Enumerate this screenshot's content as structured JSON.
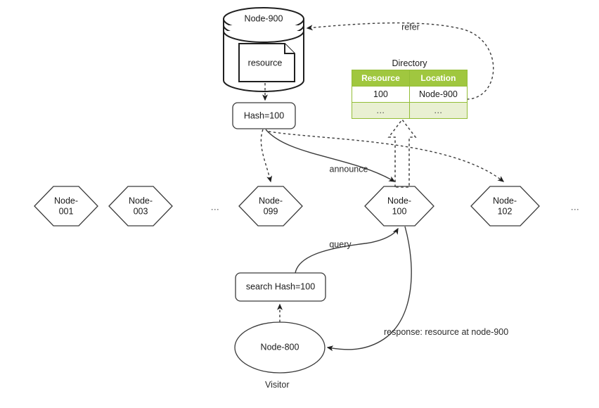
{
  "diagram": {
    "title": "Distributed Hash Table resource lookup diagram",
    "colors": {
      "table_header_bg": "#A0C73F",
      "table_border": "#93BD36",
      "table_alt_row_bg": "#E9F0D2",
      "stroke": "#3b3b3b",
      "text": "#1a1a1a"
    },
    "storage": {
      "label": "Node-900",
      "inner_document_label": "resource"
    },
    "hash_box": {
      "label": "Hash=100"
    },
    "directory": {
      "caption": "Directory",
      "columns": [
        "Resource",
        "Location"
      ],
      "rows": [
        [
          "100",
          "Node-900"
        ],
        [
          "...",
          "..."
        ]
      ]
    },
    "ring_nodes": [
      {
        "line1": "Node-",
        "line2": "001"
      },
      {
        "line1": "Node-",
        "line2": "003"
      },
      {
        "line1": "Node-",
        "line2": "099"
      },
      {
        "line1": "Node-",
        "line2": "100"
      },
      {
        "line1": "Node-",
        "line2": "102"
      }
    ],
    "ellipsis_left": "...",
    "ellipsis_right": "...",
    "search_box": {
      "label": "search Hash=100"
    },
    "visitor": {
      "label": "Node-800",
      "caption": "Visitor"
    },
    "edges": {
      "refer": "refer",
      "announce": "announce",
      "query": "query",
      "response": "response: resource at node-900"
    }
  }
}
